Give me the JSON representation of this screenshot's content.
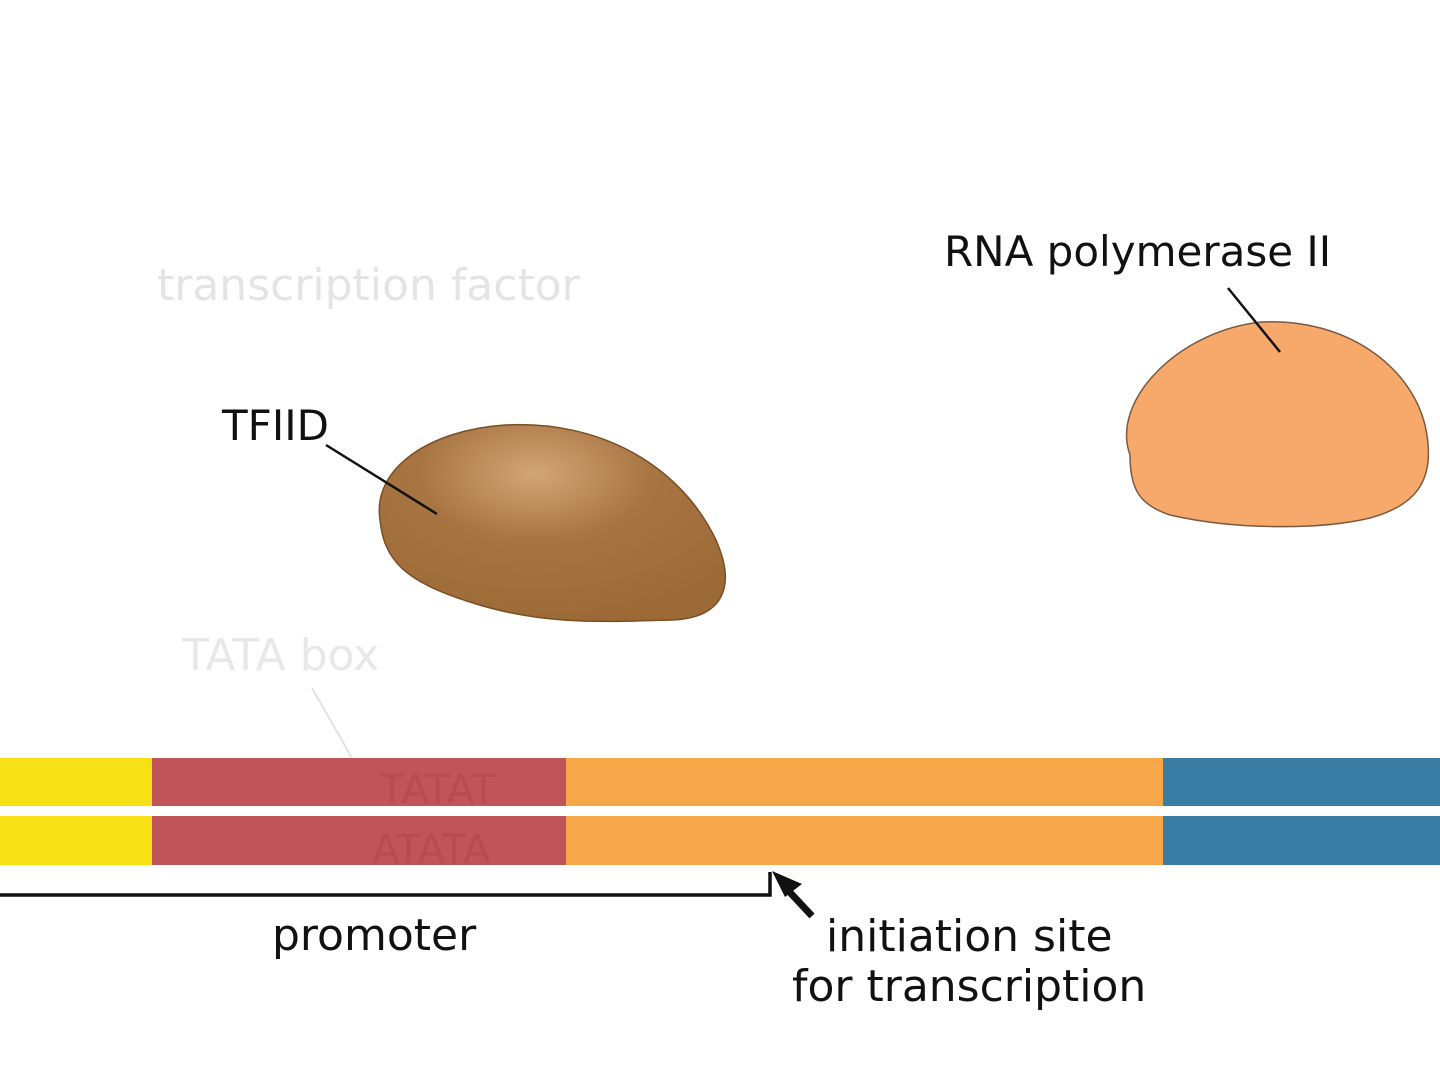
{
  "labels": {
    "transcription_factor": "transcription factor",
    "tfiid": "TFIID",
    "rna_polymerase": "RNA polymerase II",
    "tata_box": "TATA box",
    "tata_top": "TATAT",
    "tata_bottom": "ATATA",
    "promoter": "promoter",
    "initiation_line1": "initiation site",
    "initiation_line2": "for transcription"
  },
  "colors": {
    "yellow_segment": "#f7e016",
    "tata_segment": "#c05458",
    "orange_segment": "#f6a74a",
    "blue_segment": "#3a7ea6",
    "tfiid": "#a06e3a",
    "tfiid_highlight": "#c79a68",
    "polymerase": "#f7a96c",
    "faded_text": "#e6e6e6",
    "text": "#111111"
  }
}
